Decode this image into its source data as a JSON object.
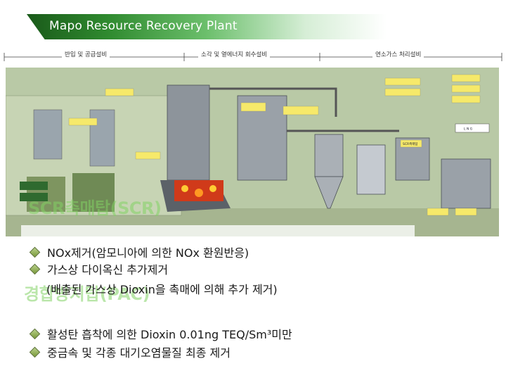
{
  "title": "Mapo Resource Recovery Plant",
  "sections": {
    "left": "반입 및 공급설비",
    "middle": "소각 및 열에너지 회수설비",
    "right": "연소가스 처리설비"
  },
  "overlay": {
    "scr_heading": "SCR촉매탑(SCR)",
    "carbon_heading": "경합방지탑(PAC)"
  },
  "bullets_scr": [
    "NOx제거(암모니아에 의한 NOx 환원반응)",
    "가스상 다이옥신 추가제거",
    "(배출된 가스상 Dioxin을 촉매에 의해 추가 제거)"
  ],
  "bullets_carbon": [
    "활성탄 흡착에 의한 Dioxin 0.01ng TEQ/Sm³미만",
    "중금속 및 각종 대기오염물질 최종 제거"
  ],
  "diagram_labels": {
    "lng": "L N G",
    "scr_box": "SCR촉매탑"
  },
  "colors": {
    "title_dark": "#1a5a1a",
    "diagram_bg": "#b9c9a6",
    "bullet": "#7a9a3a",
    "equipment": "#8a8f96",
    "fire": "#d03a1a"
  }
}
